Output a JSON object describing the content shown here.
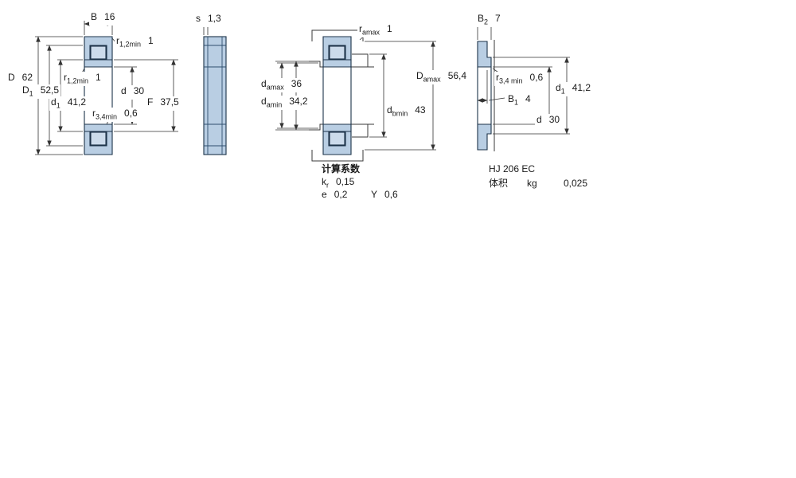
{
  "colors": {
    "section_fill": "#b9cee3",
    "roller_fill": "#ccdbeb",
    "section_stroke": "#1d3349",
    "dimension_line": "#333333"
  },
  "labels": {
    "bw": {
      "base": "B",
      "sub": "",
      "value": "16"
    },
    "r12a": {
      "base": "r",
      "sub": "1,2min",
      "value": "1"
    },
    "r12b": {
      "base": "r",
      "sub": "1,2min",
      "value": "1"
    },
    "D": {
      "base": "D",
      "sub": "",
      "value": "62"
    },
    "D1": {
      "base": "D",
      "sub": "1",
      "value": "52,5"
    },
    "d1a": {
      "base": "d",
      "sub": "1",
      "value": "41,2"
    },
    "da": {
      "base": "d",
      "sub": "",
      "value": "30"
    },
    "r34a": {
      "base": "r",
      "sub": "3,4min",
      "value": "0,6"
    },
    "F": {
      "base": "F",
      "sub": "",
      "value": "37,5"
    },
    "s": {
      "base": "s",
      "sub": "",
      "value": "1,3"
    },
    "ramax": {
      "base": "r",
      "sub": "amax",
      "value": "1"
    },
    "damax": {
      "base": "d",
      "sub": "amax",
      "value": "36"
    },
    "damin": {
      "base": "d",
      "sub": "amin",
      "value": "34,2"
    },
    "dbmin": {
      "base": "d",
      "sub": "bmin",
      "value": "43"
    },
    "Damax": {
      "base": "D",
      "sub": "amax",
      "value": "56,4"
    },
    "B2": {
      "base": "B",
      "sub": "2",
      "value": "7"
    },
    "r34b": {
      "base": "r",
      "sub": "3,4 min",
      "value": "0,6"
    },
    "B1": {
      "base": "B",
      "sub": "1",
      "value": "4"
    },
    "db": {
      "base": "d",
      "sub": "",
      "value": "30"
    },
    "d1b": {
      "base": "d",
      "sub": "1",
      "value": "41,2"
    }
  },
  "calculation_factors": {
    "heading": "计算系数",
    "kr": {
      "base": "k",
      "sub": "r",
      "value": "0,15"
    },
    "e": {
      "base": "e",
      "sub": "",
      "value": "0,2"
    },
    "y": {
      "base": "Y",
      "sub": "",
      "value": "0,6"
    }
  },
  "hj_ring": {
    "designation": "HJ 206 EC",
    "volume_label": "体积",
    "unit": "kg",
    "value": "0,025"
  }
}
